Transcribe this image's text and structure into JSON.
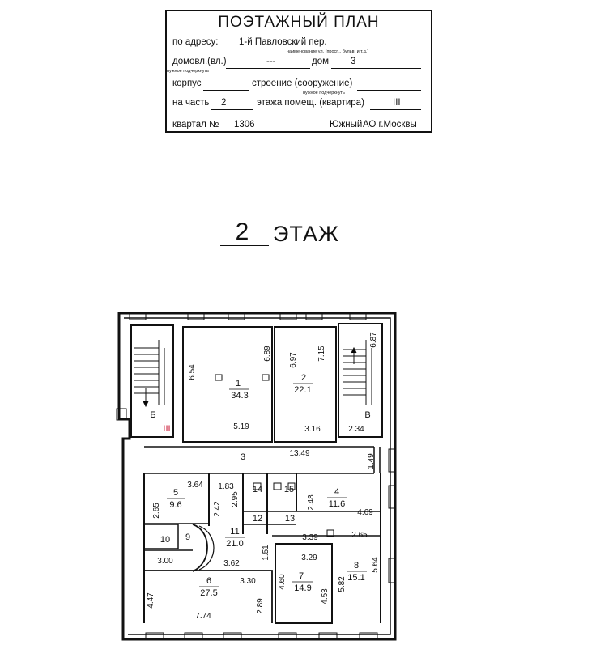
{
  "stamp": {
    "title": "ПОЭТАЖНЫЙ ПЛАН",
    "address_label": "по адресу:",
    "address_value": "1-й Павловский  пер.",
    "address_note": "наименование ул. (просп., бульв. и т.д.)",
    "domovl_label": "домовл.(вл.)",
    "domovl_value": "---",
    "dom_label": "дом",
    "dom_value": "3",
    "required_note": "нужное подчеркнуть",
    "korpus_label": "корпус",
    "stroenie_label": "строение (сооружение)",
    "chast_label": "на часть",
    "chast_value": "2",
    "etazha_label": "этажа помещ. (квартира)",
    "etazha_value": "III",
    "kvartal_label": "квартал №",
    "kvartal_value": "1306",
    "district": "Южный",
    "district_suffix": "АО г.Москвы"
  },
  "floor": {
    "number": "2",
    "word": "ЭТАЖ"
  },
  "plan": {
    "rooms": [
      {
        "num": "1",
        "area": "34.3"
      },
      {
        "num": "2",
        "area": "22.1"
      },
      {
        "num": "3"
      },
      {
        "num": "4",
        "area": "11.6"
      },
      {
        "num": "5",
        "area": "9.6"
      },
      {
        "num": "6",
        "area": "27.5"
      },
      {
        "num": "7",
        "area": "14.9"
      },
      {
        "num": "8",
        "area": "15.1"
      },
      {
        "num": "9"
      },
      {
        "num": "10"
      },
      {
        "num": "11",
        "area": "21.0"
      },
      {
        "num": "12"
      },
      {
        "num": "13"
      },
      {
        "num": "14"
      },
      {
        "num": "15"
      }
    ],
    "stairs": [
      "Б",
      "В"
    ],
    "apartment_mark": "III",
    "dimensions": [
      "6.54",
      "6.89",
      "6.97",
      "7.15",
      "6.87",
      "5.19",
      "3.16",
      "2.34",
      "13.49",
      "1.49",
      "3.64",
      "2.65",
      "1.83",
      "2.42",
      "2.95",
      "2.48",
      "4.69",
      "3.39",
      "2.65",
      "3.29",
      "1.51",
      "3.00",
      "3.62",
      "3.30",
      "4.47",
      "7.74",
      "2.89",
      "4.60",
      "4.53",
      "5.82",
      "5.64"
    ]
  }
}
